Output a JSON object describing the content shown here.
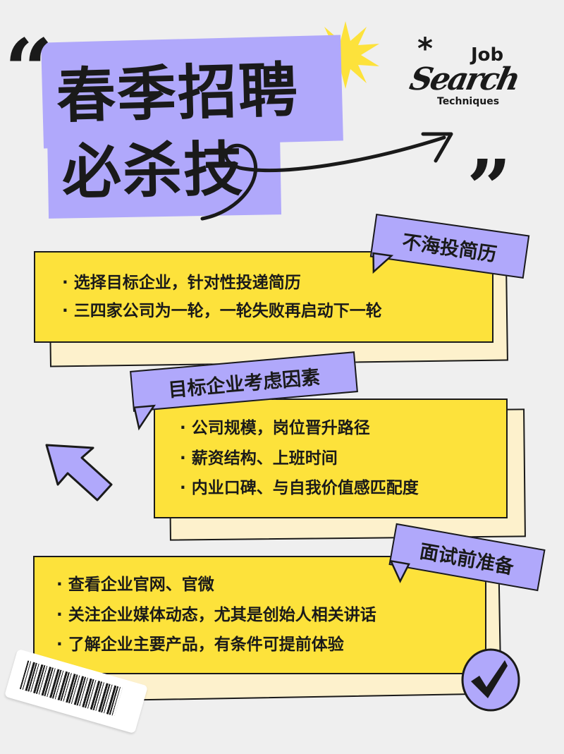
{
  "title": {
    "line1": "春季招聘",
    "line2": "必杀技"
  },
  "logo": {
    "asterisk": "*",
    "word1": "Job",
    "word2": "Search",
    "word3": "Techniques"
  },
  "quotes": {
    "open": "“",
    "close": "”"
  },
  "sections": [
    {
      "tag": "不海投简历",
      "bullets": [
        "· 选择目标企业，针对性投递简历",
        "· 三四家公司为一轮，一轮失败再启动下一轮"
      ]
    },
    {
      "tag": "目标企业考虑因素",
      "bullets": [
        "· 公司规模，岗位晋升路径",
        "· 薪资结构、上班时间",
        "· 内业口碑、与自我价值感匹配度"
      ]
    },
    {
      "tag": "面试前准备",
      "bullets": [
        "· 查看企业官网、官微",
        "· 关注企业媒体动态，尤其是创始人相关讲话",
        "· 了解企业主要产品，有条件可提前体验"
      ]
    }
  ],
  "icons": [
    "starburst-icon",
    "curly-arrow-icon",
    "arrow-up-left-icon",
    "checkmark-icon",
    "barcode-icon"
  ],
  "colors": {
    "background": "#efefef",
    "purple": "#b0a8fb",
    "yellow": "#fde23b",
    "cream": "#fdf1cc",
    "ink": "#1a1a1a"
  }
}
